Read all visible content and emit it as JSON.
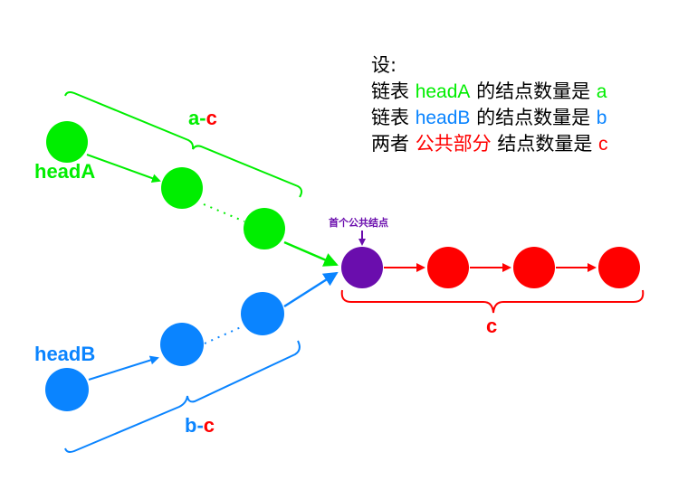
{
  "colors": {
    "green": "#00ee00",
    "blue": "#0a84ff",
    "red": "#ff0000",
    "purple": "#6a0dad",
    "black": "#000000"
  },
  "legend": {
    "title": "设:",
    "line1": {
      "prefix": "链表 ",
      "highlight": "headA",
      "middle": " 的结点数量是 ",
      "var": "a"
    },
    "line2": {
      "prefix": "链表 ",
      "highlight": "headB",
      "middle": " 的结点数量是 ",
      "var": "b"
    },
    "line3": {
      "prefix": "两者 ",
      "highlight": "公共部分",
      "middle": " 结点数量是 ",
      "var": "c"
    }
  },
  "labels": {
    "headA": "headA",
    "headB": "headB",
    "brace_a_left": "a",
    "brace_a_dash": "-",
    "brace_a_right": "c",
    "brace_b_left": "b",
    "brace_b_dash": "-",
    "brace_b_right": "c",
    "brace_c": "c",
    "first_common": "首个公共结点"
  }
}
